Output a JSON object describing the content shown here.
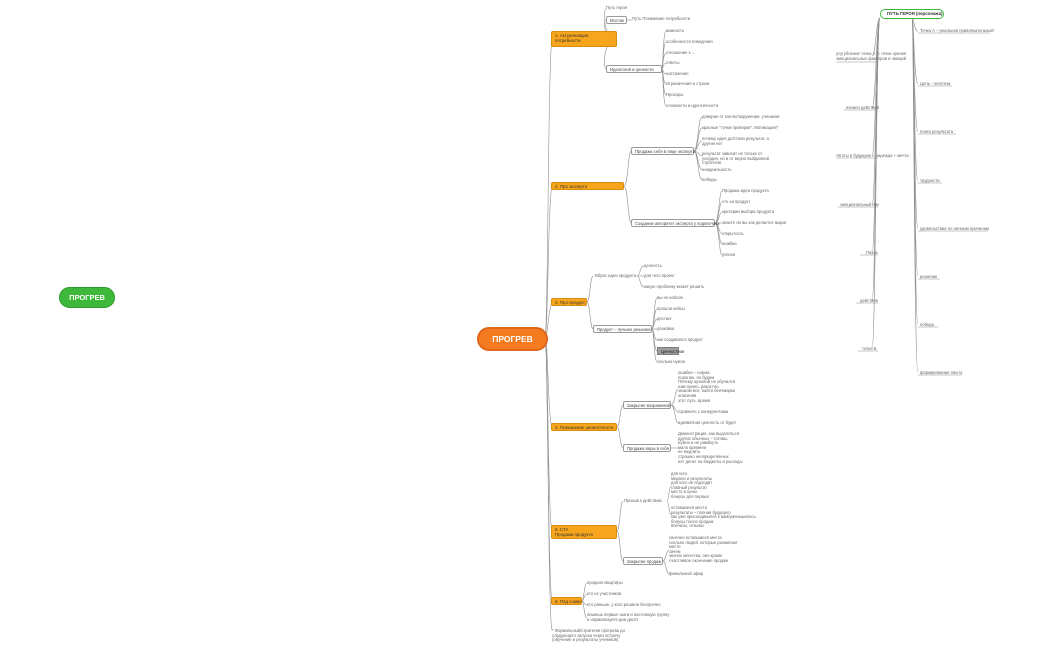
{
  "left_node": {
    "label": "ПРОГРЕВ"
  },
  "central_node": {
    "label": "ПРОГРЕВ"
  },
  "right_map": {
    "title": "ПУТЬ ГЕРОЯ (персонажа)",
    "labels": [
      "Точка А – реальная привлекательный",
      "усугубление точки А: с точки зрения\nэмоциональных факторов и эмоций",
      "Цель - гипотеза",
      "начало действий",
      "поиск результата",
      "тяготы в будущем = надежда + мечта",
      "трудности",
      "эмоциональный пик",
      "удовольствие по личным причинам",
      "Пауза",
      "решение",
      "действия",
      "победа",
      "точка Б",
      "формирование опыта"
    ]
  },
  "branches": {
    "b1": {
      "label": "1. Актуализация\nпотребности",
      "items": {
        "put_geroya": "Путь героя",
        "mostik": "Мостик",
        "mostik_leaf": "Путь Понимание потребности",
        "ideologiya": "Идеология и ценности",
        "ideologiya_leaves": [
          "важность",
          "особенности поведения",
          "отношение к ...",
          "ответы",
          "настроение",
          "Ограничения и страхи",
          "Прохоры",
          "сложности и идентичности"
        ]
      }
    },
    "b2": {
      "label": "2. Про эксперта",
      "items": {
        "prodazha": "Продажа себя в лице эксперта",
        "prodazha_leaves": [
          "доверие от коллег/окружения, учеников",
          "красные \"точки проверки\". Мотивация?",
          "почему идея до/стали результат, а другие нет",
          "результат зависит не только от усердия, но и от верно выбранной стратегии",
          "неидеальность",
          "победы"
        ],
        "sozdanie": "Создание авторитет эксперта у подписчика",
        "sozdanie_leaves": [
          "Продажа идеи продукта",
          "что за продукт",
          "критерии выбора продукта",
          "знаете ли вы как делается акции",
          "открытость",
          "ошибки",
          "успехи"
        ]
      }
    },
    "b3": {
      "label": "3. Про продукт",
      "items": {
        "vbros": "Вброс идеи продукта",
        "vbros_leaves": [
          "ценность",
          "для чего проект",
          "какую проблему может решить"
        ],
        "produkt": "Продукт – лучшее решение",
        "produkt_leaves": [
          "вы-но кейсов",
          "прошли кейсы",
          "дестинг",
          "упаковка",
          "как создавался продукт"
        ],
        "gray": "Ценностное",
        "produkt_tail": "сколько нужно"
      }
    },
    "b4": {
      "label": "4. Повышение ценностности",
      "items": {
        "zakrytie": "Закрытие возражений",
        "zakrytie_block": "ошибки – норма.\nпорогаю, по будем\nПочему ценовой не обучился\nнам нужно, ракостно.\nзнаком все, найти бенчмарки\nопасения\nэтот путь. время",
        "zakrytie_leaves": [
          "Сравнить с конкурентами",
          "адекватная ценность от будет"
        ],
        "vera": "Продажа веры в себя",
        "vera_block": "Демонстрация, как выделяться\nдругих обычных – готовы,\nнужно и не рамбкуть\nмало времени\nне медлить\nстрашно неопределённых\nнет денег на бюджеты и расходы"
      }
    },
    "b5": {
      "label": "5. CTA\nПродажа продукта",
      "items": {
        "prizyv": "Призыв к действию",
        "prizyv_block1": "для кого\nмедали и результаты\nдля кого не подходит\nглавный результат\nместо и цены\nбонусы для первых",
        "prizyv_block2": "оставшиеся места\nрезультаты – полная будущего\nкак уже присоединился к вам/уменьшилась\nбонусы после продаж\nвпечаты, отзывы",
        "zakrytie_prodazh": "Закрытие продаж",
        "zakrytie_block": "конечно оставшиеся места\nсколько людей, которые разжигают\nместо\nзачем\nзначок качества, оно кроме\nсчастливое окончание продаж",
        "zakrytie_tail": "финальный эфир"
      }
    },
    "b6": {
      "label": "6. Под сомнен",
      "items": {
        "leaves": [
          "продано квартиры",
          "кто из участников",
          "кто раньше, у кого решили беспрочно",
          "пишешь первые шаги и настояшую группу\nи нормализуете дии дисят"
        ]
      }
    }
  },
  "footnote": "* Формальный/стратегия прогрева до\nследующего запуска через встречу\n(обучение и результаты учеников)"
}
